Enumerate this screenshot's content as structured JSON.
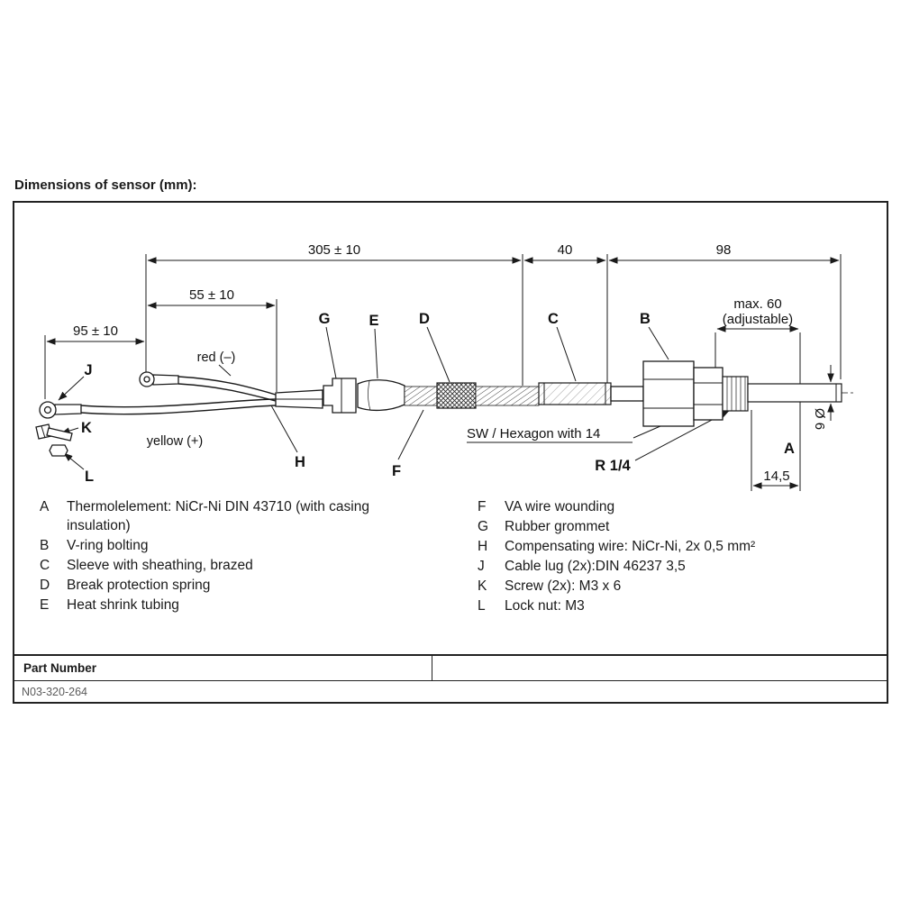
{
  "page": {
    "title": "Dimensions of sensor (mm):"
  },
  "drawing": {
    "dims": {
      "d305": "305 ± 10",
      "d40": "40",
      "d98": "98",
      "d55": "55 ± 10",
      "d95": "95 ± 10",
      "max60_1": "max. 60",
      "max60_2": "(adjustable)",
      "d145": "14,5",
      "dia6": "Ø 6"
    },
    "labels": {
      "A": "A",
      "B": "B",
      "C": "C",
      "D": "D",
      "E": "E",
      "F": "F",
      "G": "G",
      "H": "H",
      "J": "J",
      "K": "K",
      "L": "L"
    },
    "notes": {
      "red": "red (–)",
      "yellow": "yellow (+)",
      "sw": "SW / Hexagon with 14",
      "r": "R 1/4"
    }
  },
  "legend": {
    "left": [
      {
        "key": "A",
        "text": "Thermolelement: NiCr-Ni DIN 43710 (with casing insulation)"
      },
      {
        "key": "B",
        "text": "V-ring bolting"
      },
      {
        "key": "C",
        "text": "Sleeve with sheathing, brazed"
      },
      {
        "key": "D",
        "text": "Break protection spring"
      },
      {
        "key": "E",
        "text": "Heat shrink tubing"
      }
    ],
    "right": [
      {
        "key": "F",
        "text": "VA wire wounding"
      },
      {
        "key": "G",
        "text": "Rubber grommet"
      },
      {
        "key": "H",
        "text": "Compensating wire: NiCr-Ni, 2x 0,5 mm²"
      },
      {
        "key": "J",
        "text": "Cable lug (2x):DIN 46237 3,5"
      },
      {
        "key": "K",
        "text": "Screw (2x): M3 x 6"
      },
      {
        "key": "L",
        "text": "Lock nut: M3"
      }
    ]
  },
  "part_table": {
    "header": "Part Number",
    "value": "N03-320-264"
  }
}
